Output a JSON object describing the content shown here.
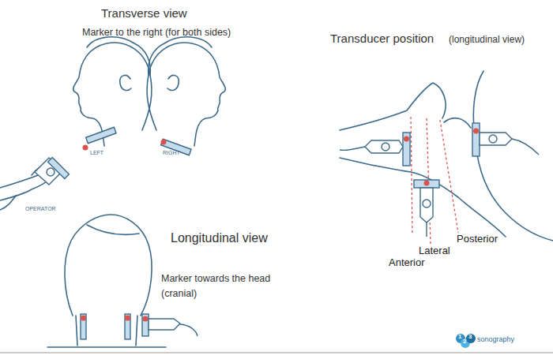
{
  "diagram": {
    "labels": [
      "Transverse view",
      "Marker to the right (for both sides)",
      "LEFT",
      "RIGHT",
      "OPERATOR",
      "Longitudinal view",
      "Marker towards the head (cranial)",
      "Transducer position",
      "(longitudinal view)",
      "Anterior",
      "Lateral",
      "Posterior",
      "1",
      "2",
      "3",
      "sonography"
    ]
  }
}
